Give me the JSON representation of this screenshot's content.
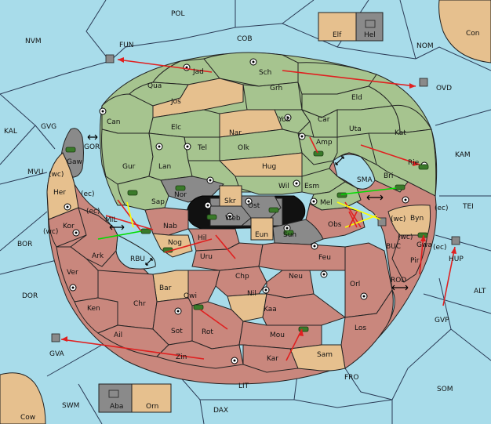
{
  "colors": {
    "sea": "#a8dcea",
    "green": "#a6c48f",
    "tan": "#e6c08e",
    "red": "#c9877d",
    "grey": "#8a8a8a",
    "order": "#e02020",
    "support": "#ffff00",
    "convoy": "#00dd00"
  },
  "sea_labels": {
    "pol": "POL",
    "nvm": "NVM",
    "fun": "FUN",
    "cob": "COB",
    "nom": "NOM",
    "kal": "KAL",
    "gvg": "GVG",
    "gor": "GOR",
    "kam": "KAM",
    "mvu": "MVU",
    "bor": "BOR",
    "dor": "DOR",
    "rbu": "RBU",
    "sma": "SMA",
    "tei": "TEI",
    "buc": "BUC",
    "rod": "ROD",
    "alt": "ALT",
    "gvp": "GVP",
    "gva": "GVA",
    "lit": "LIT",
    "fro": "FRO",
    "som": "SOM",
    "swm": "SWM",
    "dax": "DAX",
    "ovd": "OVD",
    "hup": "HUP",
    "mil": "MIL"
  },
  "corner_labels": {
    "con": "Con",
    "cow": "Cow",
    "elf": "Elf",
    "hel": "Hel",
    "aba": "Aba",
    "orn": "Orn"
  },
  "province_labels": {
    "jad": "Jad",
    "sch": "Sch",
    "qua": "Qua",
    "jos": "Jos",
    "grh": "Grh",
    "eld": "Eld",
    "can": "Can",
    "yok": "Yok",
    "car": "Car",
    "elc": "Elc",
    "nar": "Nar",
    "uta": "Uta",
    "kat": "Kat",
    "amp": "Amp",
    "tel": "Tel",
    "olk": "Olk",
    "gaw": "Gaw",
    "gur": "Gur",
    "lan": "Lan",
    "hug": "Hug",
    "rie": "Rie",
    "bri": "Bri",
    "nor": "Nor",
    "wil": "Wil",
    "esm": "Esm",
    "her": "Her",
    "skr": "Skr",
    "ost": "Ost",
    "mel": "Mel",
    "sap": "Sap",
    "web": "Web",
    "byn": "Byn",
    "kor": "Kor",
    "nab": "Nab",
    "eun": "Eun",
    "sun": "Sun",
    "obs": "Obs",
    "gwa": "Gwa",
    "hil": "Hil",
    "nog": "Nog",
    "pir": "Pir",
    "ark": "Ark",
    "uru": "Uru",
    "feu": "Feu",
    "chp": "Chp",
    "neu": "Neu",
    "ver": "Ver",
    "bar": "Bar",
    "orl": "Orl",
    "nil": "Nil",
    "qwi": "Qwi",
    "ken": "Ken",
    "chr": "Chr",
    "kaa": "Kaa",
    "rot": "Rot",
    "sot": "Sot",
    "los": "Los",
    "ail": "Ail",
    "mou": "Mou",
    "zin": "Zin",
    "kar": "Kar",
    "sam": "Sam"
  },
  "coast_labels": [
    "(wc)",
    "(ec)",
    "(ec)",
    "(wc)",
    "(ec)",
    "(wc)",
    "(wc)",
    "(ec)"
  ]
}
